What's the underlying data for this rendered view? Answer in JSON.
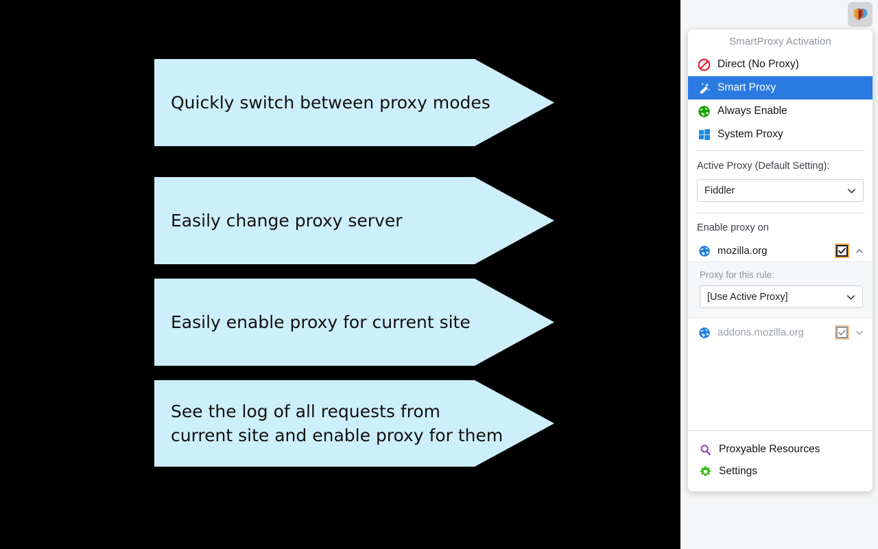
{
  "page": {
    "banners": [
      {
        "text": "Quickly switch between proxy modes"
      },
      {
        "text": "Easily change proxy server"
      },
      {
        "text": "Easily enable proxy for current site"
      },
      {
        "text": "See the log of all requests from\ncurrent site and enable proxy for them"
      }
    ],
    "banner_fill": "#cdeffc",
    "background": "#000000"
  },
  "toolbar": {
    "button_icon": "shield-globe-icon",
    "button_background": "#d4d5d8"
  },
  "popup": {
    "title": "SmartProxy Activation",
    "modes": [
      {
        "label": "Direct (No Proxy)",
        "icon": "no-entry-icon",
        "selected": false
      },
      {
        "label": "Smart Proxy",
        "icon": "magic-wand-icon",
        "selected": true
      },
      {
        "label": "Always Enable",
        "icon": "green-globe-icon",
        "selected": false
      },
      {
        "label": "System Proxy",
        "icon": "windows-logo-icon",
        "selected": false
      }
    ],
    "selected_color": "#2a7ae2",
    "active_proxy": {
      "label": "Active Proxy (Default Setting):",
      "value": "Fiddler"
    },
    "rules": {
      "label": "Enable proxy on",
      "items": [
        {
          "name": "mozilla.org",
          "icon": "blue-globe-icon",
          "checked": true,
          "disabled": false,
          "expanded": true,
          "caret": "chevron-up-icon",
          "detail": {
            "label": "Proxy for this rule:",
            "value": "[Use Active Proxy]"
          }
        },
        {
          "name": "addons.mozilla.org",
          "icon": "blue-globe-icon",
          "checked": true,
          "disabled": true,
          "expanded": false,
          "caret": "chevron-down-icon"
        }
      ]
    },
    "footer": [
      {
        "label": "Proxyable Resources",
        "icon": "magnifier-icon",
        "color": "#9a4fbf"
      },
      {
        "label": "Settings",
        "icon": "gear-icon",
        "color": "#3fb419"
      }
    ]
  }
}
